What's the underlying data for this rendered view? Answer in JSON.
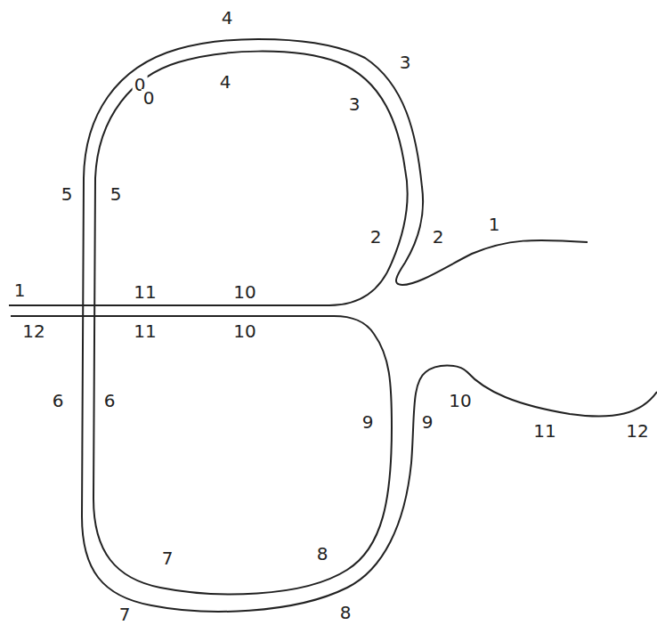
{
  "diagram": {
    "labels": [
      "4",
      "3",
      "0",
      "0",
      "4",
      "3",
      "5",
      "5",
      "2",
      "2",
      "1",
      "1",
      "11",
      "10",
      "12",
      "11",
      "10",
      "6",
      "6",
      "10",
      "9",
      "9",
      "11",
      "12",
      "7",
      "8",
      "8",
      "7"
    ]
  }
}
